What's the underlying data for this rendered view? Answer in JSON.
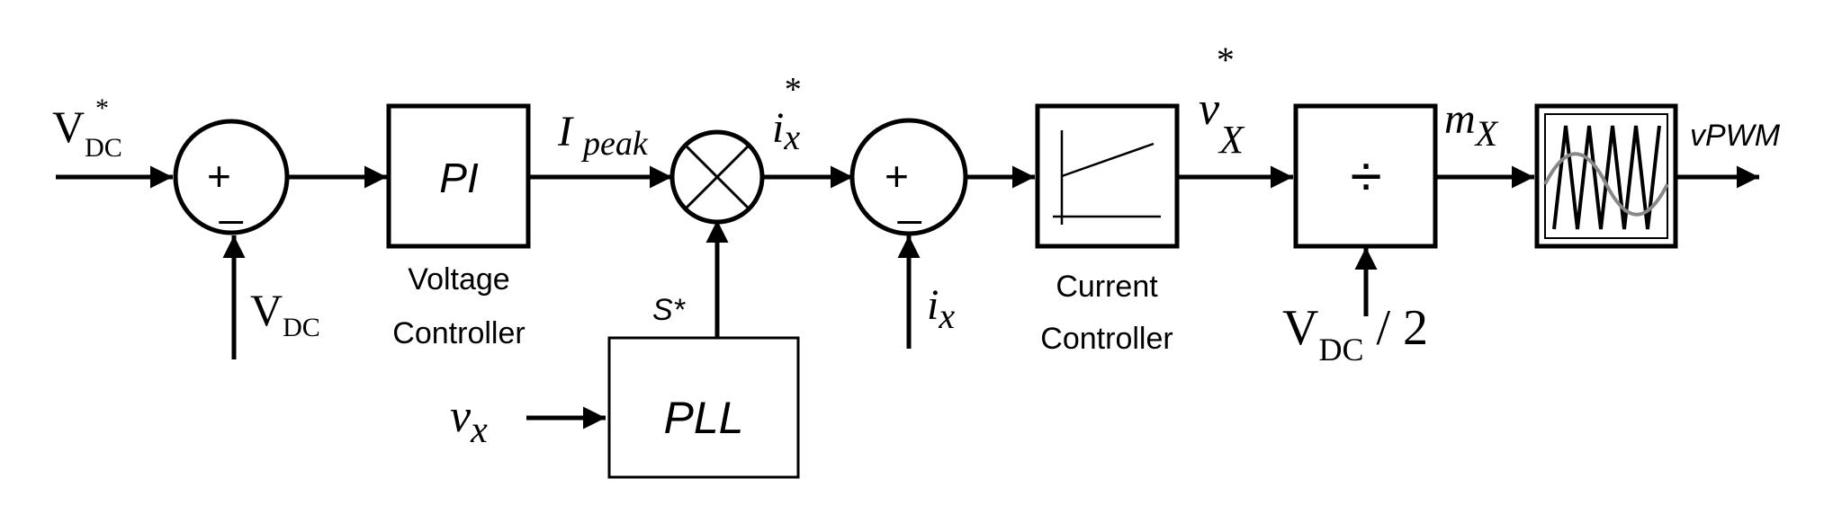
{
  "diagram": {
    "inputs": {
      "vdc_ref": {
        "base": "V",
        "sub": "DC",
        "sup": "*"
      },
      "vdc_feedback": {
        "base": "V",
        "sub": "DC"
      },
      "ix_feedback": {
        "base": "i",
        "sub": "x"
      },
      "vx_input": {
        "base": "v",
        "sub": "x"
      },
      "vdc_half": {
        "base": "V",
        "sub": "DC",
        "suffix": " / 2"
      }
    },
    "summers": {
      "summer1": {
        "plus": "+",
        "minus": "_"
      },
      "summer2": {
        "plus": "+",
        "minus": "_"
      }
    },
    "blocks": {
      "pi": {
        "label": "PI",
        "caption": [
          "Voltage",
          "Controller"
        ]
      },
      "pll": {
        "label": "PLL"
      },
      "current_controller": {
        "caption": [
          "Current",
          "Controller"
        ]
      },
      "divider": {
        "symbol": "÷"
      }
    },
    "signals": {
      "ipeak": {
        "base": "I",
        "sub": "peak"
      },
      "s_star": "S*",
      "ix_ref": {
        "base": "i",
        "sub": "x",
        "sup": "*"
      },
      "vx_ref": {
        "base": "v",
        "sub": "X",
        "sup": "*"
      },
      "mx": {
        "base": "m",
        "sub": "X"
      },
      "output": "vPWM"
    }
  }
}
